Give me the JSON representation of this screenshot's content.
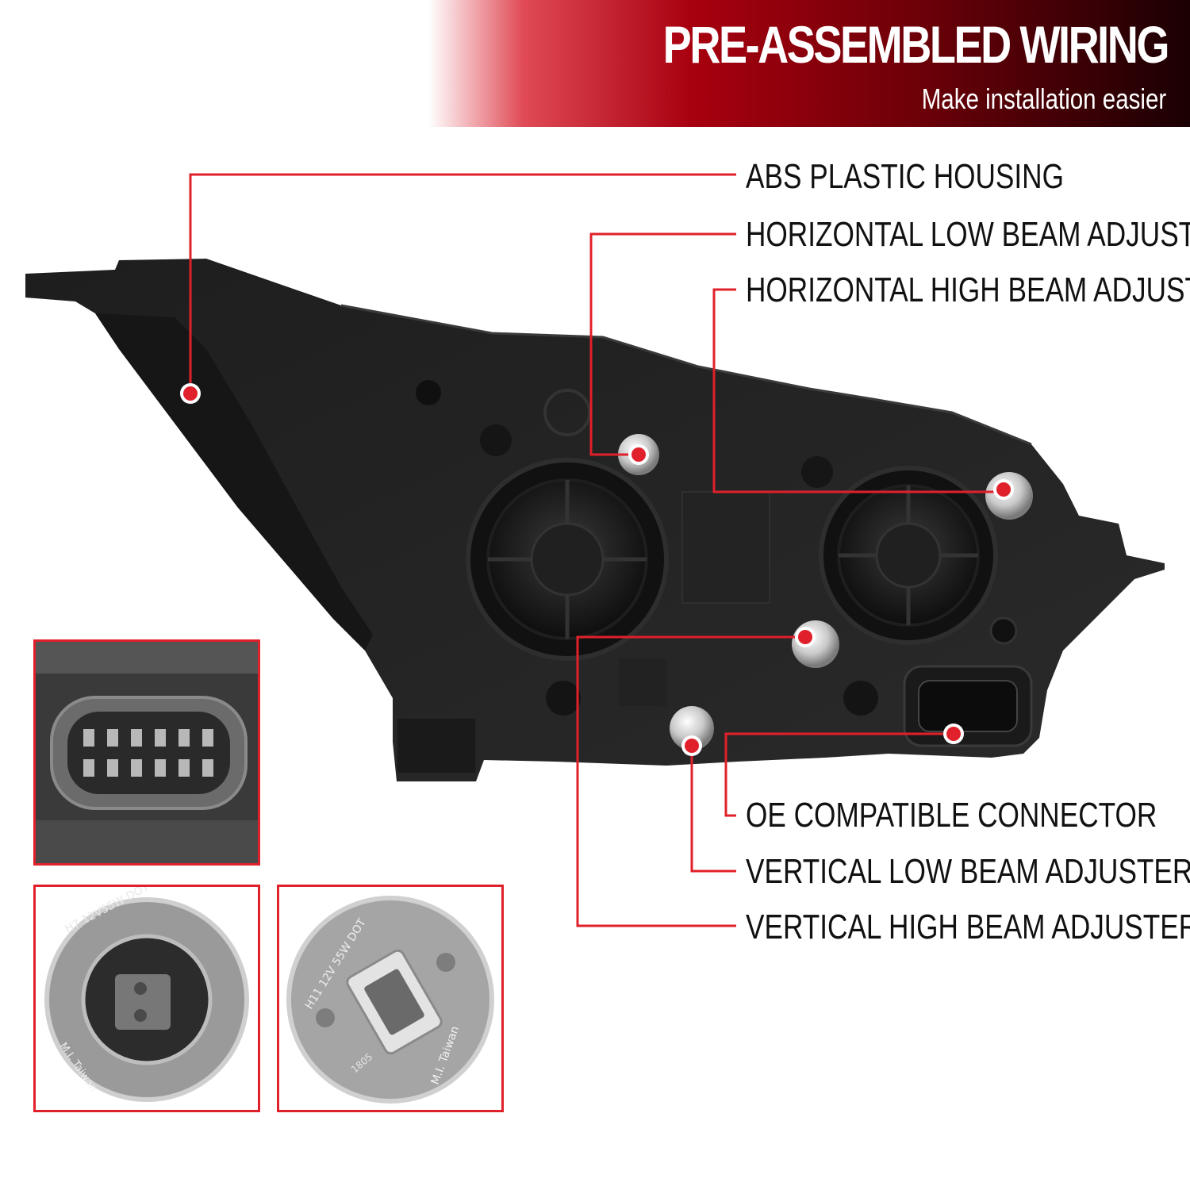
{
  "banner": {
    "title": "PRE-ASSEMBLED WIRING",
    "subtitle": "Make installation easier"
  },
  "callouts": [
    {
      "label": "ABS PLASTIC HOUSING"
    },
    {
      "label": "HORIZONTAL LOW BEAM ADJUSTER"
    },
    {
      "label": "HORIZONTAL HIGH BEAM ADJUSTER"
    },
    {
      "label": "OE COMPATIBLE CONNECTOR"
    },
    {
      "label": "VERTICAL LOW BEAM ADJUSTER"
    },
    {
      "label": "VERTICAL HIGH BEAM ADJUSTER"
    }
  ],
  "bulb_h7": {
    "text": "H7 12V55W DOT",
    "maker": "M.I. Taiwan"
  },
  "bulb_h11": {
    "text": "H11 12V 55W DOT",
    "maker": "M.I. Taiwan",
    "code": "1805"
  },
  "colors": {
    "accent": "#e0202a",
    "banner_dark": "#6a0008",
    "housing": "#1c1c1c"
  }
}
